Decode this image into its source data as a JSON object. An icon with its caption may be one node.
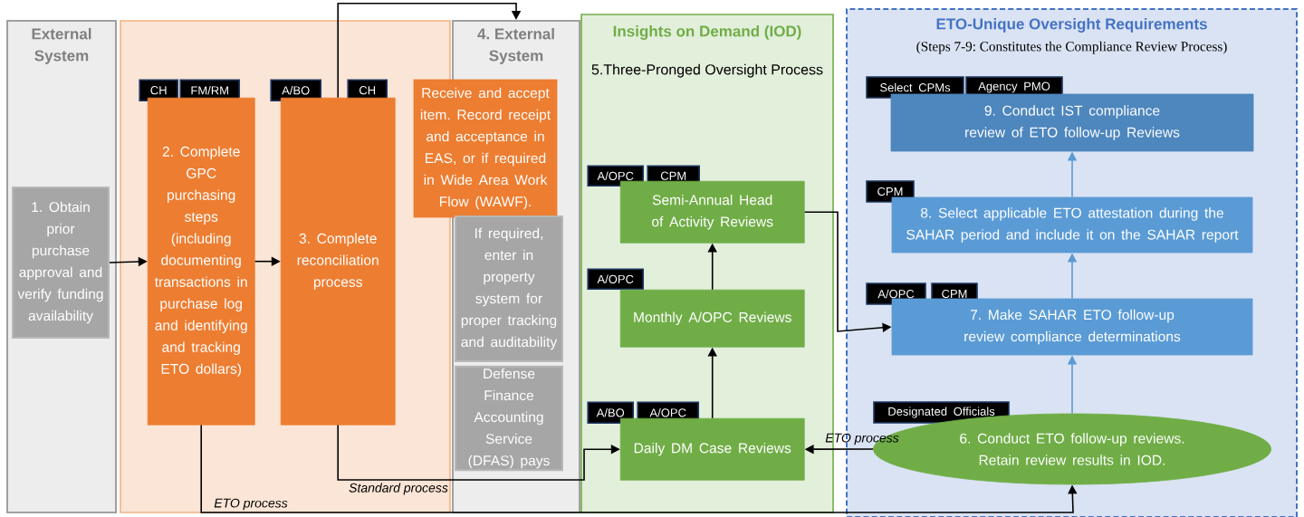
{
  "diagram": {
    "nodes": [
      {
        "text": [
          "External System"
        ]
      },
      {
        "text": [],
        "shape": "box"
      },
      {
        "text": [
          "4. External System"
        ]
      },
      {
        "text": [
          "Insights on Demand (IOD)",
          "5.Three-Pronged Oversight Process"
        ]
      },
      {
        "text": [
          "ETO-Unique Oversight Requirements",
          "(Steps 7-9: Constitutes the Compliance Review Process)"
        ]
      },
      {
        "text": [
          "1. Obtain prior purchase approval and verify funding availability"
        ],
        "in": 0
      },
      {
        "text": [
          "CH"
        ],
        "in": 1
      },
      {
        "text": [
          "FM/RM"
        ],
        "in": 1
      },
      {
        "text": [
          "2. Complete GPC purchasing steps (including documenting transactions in purchase log and identifying and tracking ETO dollars)"
        ],
        "in": 1
      },
      {
        "text": [
          "A/BO"
        ],
        "in": 1
      },
      {
        "text": [
          "CH"
        ],
        "in": 1
      },
      {
        "text": [
          "3. Complete reconciliation process"
        ],
        "in": 1
      },
      {
        "text": [
          "Receive and accept item. Record receipt and acceptance in EAS, or if required in Wide Area Work Flow (WAWF)."
        ]
      },
      {
        "text": [
          "If required, enter in property system for proper tracking and auditability"
        ],
        "in": 2
      },
      {
        "text": [
          "Defense Finance Accounting Service (DFAS) pays"
        ],
        "in": 2
      },
      {
        "text": [
          "A/OPC"
        ],
        "in": 3
      },
      {
        "text": [
          "CPM"
        ],
        "in": 3
      },
      {
        "text": [
          "Semi-Annual Head of Activity Reviews"
        ],
        "in": 3
      },
      {
        "text": [
          "A/OPC"
        ],
        "in": 3
      },
      {
        "text": [
          "Monthly A/OPC Reviews"
        ],
        "in": 3
      },
      {
        "text": [
          "A/BO"
        ],
        "in": 3
      },
      {
        "text": [
          "A/OPC"
        ],
        "in": 3
      },
      {
        "text": [
          "Daily DM Case Reviews"
        ],
        "in": 3
      },
      {
        "text": [
          "Select CPMs"
        ],
        "in": 4
      },
      {
        "text": [
          "Agency PMO"
        ],
        "in": 4
      },
      {
        "text": [
          "9. Conduct IST compliance review of ETO follow-up Reviews"
        ],
        "in": 4
      },
      {
        "text": [
          "CPM"
        ],
        "in": 4
      },
      {
        "text": [
          "8. Select applicable ETO attestation during the SAHAR period and include it on the SAHAR report"
        ],
        "in": 4
      },
      {
        "text": [
          "A/OPC"
        ],
        "in": 4
      },
      {
        "text": [
          "CPM"
        ],
        "in": 4
      },
      {
        "text": [
          "7. Make SAHAR ETO follow-up review compliance determinations"
        ],
        "in": 4
      },
      {
        "text": [
          "Designated Officials"
        ],
        "in": 4
      },
      {
        "text": [
          "6. Conduct ETO follow-up reviews. Retain review results in IOD."
        ],
        "in": 4
      }
    ],
    "edges": [
      {
        "from": 5,
        "to": 8,
        "arrow": "to"
      },
      {
        "from": 8,
        "to": 11,
        "arrow": "to"
      },
      {
        "from": 11,
        "to": 2,
        "arrow": "to"
      },
      {
        "from": 11,
        "to": 22,
        "arrow": "to",
        "label": "Standard process"
      },
      {
        "from": 8,
        "to": 32,
        "arrow": "to",
        "label": "ETO process"
      },
      {
        "from": 22,
        "to": 19,
        "arrow": "to"
      },
      {
        "from": 19,
        "to": 17,
        "arrow": "to"
      },
      {
        "from": 17,
        "to": 30,
        "arrow": "to"
      },
      {
        "from": 32,
        "to": 22,
        "arrow": "to",
        "label": "ETO process"
      },
      {
        "from": 32,
        "to": 30,
        "arrow": "to",
        "color": "#5b9bd5"
      },
      {
        "from": 30,
        "to": 27,
        "arrow": "to",
        "color": "#5b9bd5"
      },
      {
        "from": 27,
        "to": 25,
        "arrow": "to",
        "color": "#5b9bd5"
      }
    ]
  }
}
